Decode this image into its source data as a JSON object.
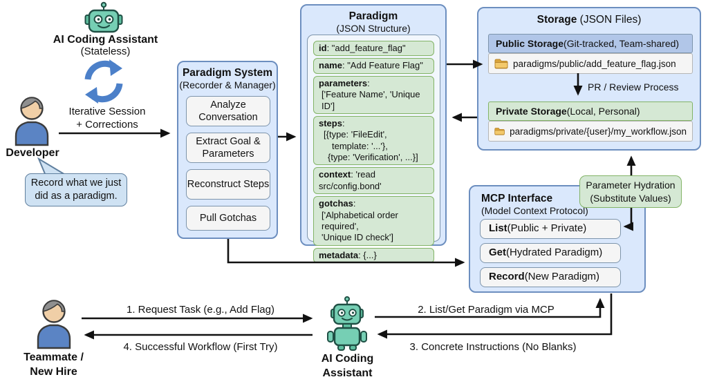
{
  "colors": {
    "panel_blue": "#dae8fc",
    "panel_border": "#6c8ebf",
    "green_fill": "#d5e8d4",
    "green_border": "#82b366",
    "gray_fill": "#f5f5f5",
    "public_header": "#b1c6e8",
    "bubble_fill": "#cfe2f3",
    "robot_teal": "#76cfb4",
    "cycle_blue": "#4c80c9",
    "arrow_black": "#111111",
    "folder_yellow": "#eec05c"
  },
  "top_assistant": {
    "title": "AI Coding Assistant",
    "subtitle": "(Stateless)"
  },
  "developer": {
    "label": "Developer",
    "session_line1": "Iterative Session",
    "session_line2": "+ Corrections",
    "speech_line1": "Record what we just",
    "speech_line2": "did as a paradigm."
  },
  "paradigm_system": {
    "title": "Paradigm System",
    "subtitle": "(Recorder & Manager)",
    "steps": [
      "Analyze Conversation",
      "Extract Goal & Parameters",
      "Reconstruct Steps",
      "Pull Gotchas"
    ]
  },
  "paradigm": {
    "title": "Paradigm",
    "subtitle": "(JSON Structure)",
    "fields": [
      {
        "key": "id",
        "inline": ": \"add_feature_flag\""
      },
      {
        "key": "name",
        "inline": ": \"Add Feature Flag\""
      },
      {
        "key": "parameters",
        "inline": ":",
        "lines": [
          "['Feature Name', 'Unique ID']"
        ]
      },
      {
        "key": "steps",
        "inline": ":",
        "lines": [
          "[{type: 'FileEdit',",
          "template: '...'},",
          "{type: 'Verification', ...}]"
        ]
      },
      {
        "key": "context",
        "inline": ": 'read src/config.bond'"
      },
      {
        "key": "gotchas",
        "inline": ":",
        "lines": [
          "['Alphabetical order required',",
          "'Unique ID check']"
        ]
      },
      {
        "key": "metadata",
        "inline": ": {...}"
      }
    ]
  },
  "storage": {
    "title": "Storage",
    "title_suffix": " (JSON Files)",
    "public_title": "Public Storage",
    "public_suffix": " (Git-tracked, Team-shared)",
    "public_file": "paradigms/public/add_feature_flag.json",
    "pr_label": "PR / Review Process",
    "private_title": "Private Storage",
    "private_suffix": " (Local, Personal)",
    "private_file": "paradigms/private/{user}/my_workflow.json"
  },
  "hydration": {
    "line1": "Parameter Hydration",
    "line2": "(Substitute Values)"
  },
  "mcp": {
    "title": "MCP Interface",
    "subtitle": "(Model Context Protocol)",
    "items": [
      {
        "verb": "List",
        "rest": " (Public + Private)"
      },
      {
        "verb": "Get",
        "rest": " (Hydrated Paradigm)"
      },
      {
        "verb": "Record",
        "rest": " (New Paradigm)"
      }
    ]
  },
  "teammate": {
    "line1": "Teammate /",
    "line2": "New Hire"
  },
  "bottom_assistant": {
    "line1": "AI Coding",
    "line2": "Assistant"
  },
  "flows": {
    "f1": "1. Request Task (e.g., Add Flag)",
    "f2": "2. List/Get Paradigm via MCP",
    "f3": "3. Concrete Instructions (No Blanks)",
    "f4": "4. Successful Workflow (First Try)"
  }
}
